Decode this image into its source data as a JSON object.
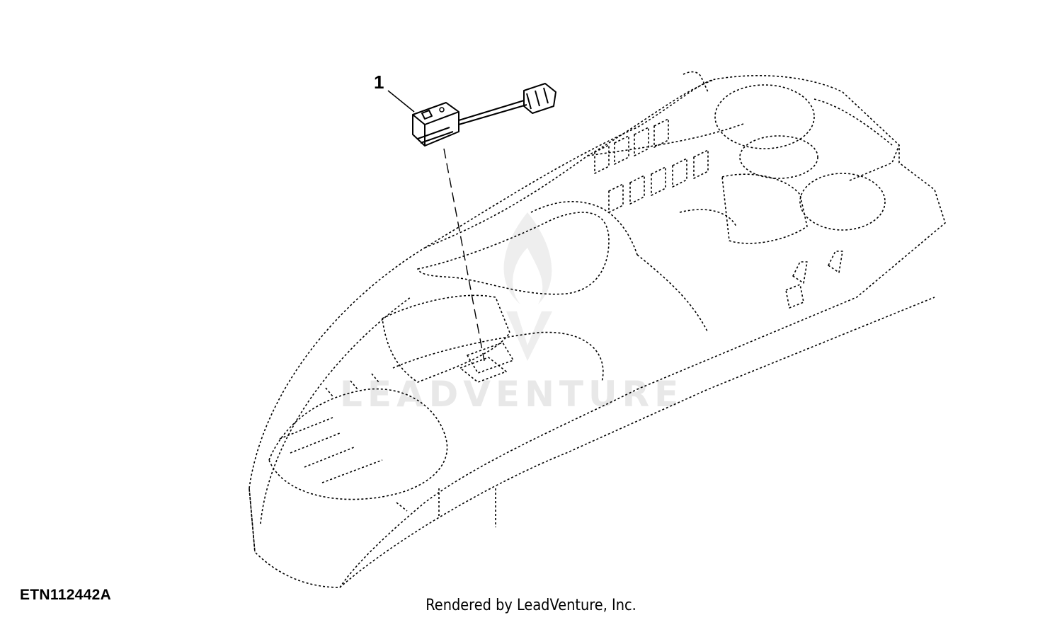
{
  "diagram": {
    "callout_label": "1",
    "figure_id": "ETN112442A",
    "credit": "Rendered by LeadVenture, Inc.",
    "watermark": "LEADVENTURE",
    "parts": [
      {
        "callout": "1",
        "icon": "rocker-switch-with-harness-icon"
      }
    ]
  },
  "colors": {
    "line": "#000000",
    "background": "#ffffff",
    "watermark": "#e3e3e3"
  }
}
